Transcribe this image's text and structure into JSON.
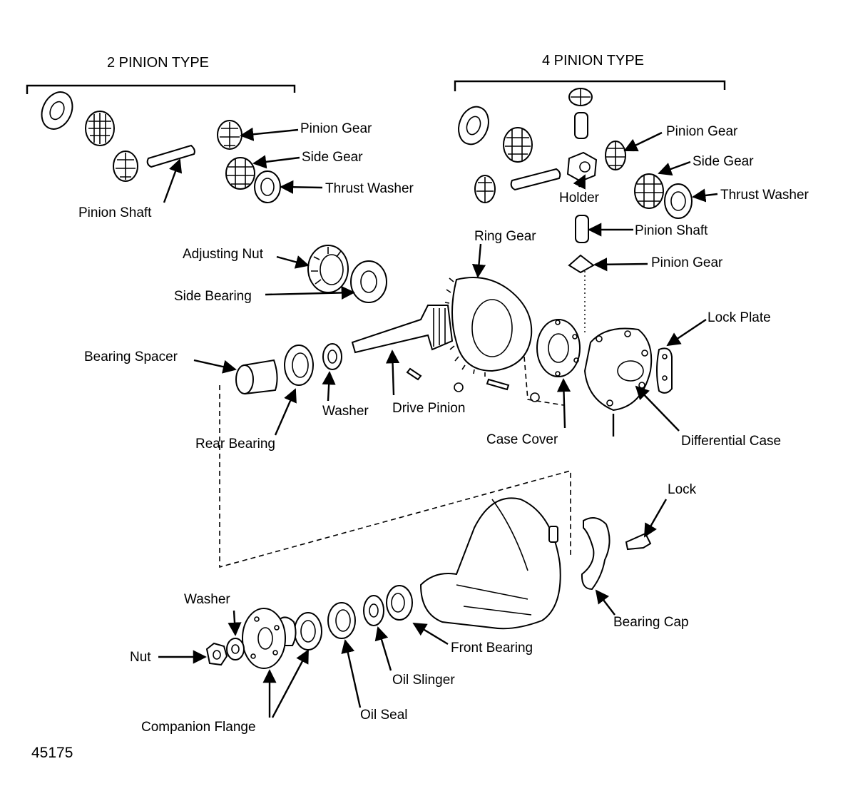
{
  "sections": {
    "two_pinion": "2 PINION TYPE",
    "four_pinion": "4 PINION TYPE"
  },
  "labels": {
    "l2_pinion_gear": "Pinion Gear",
    "l2_side_gear": "Side Gear",
    "l2_thrust_washer": "Thrust Washer",
    "l2_pinion_shaft": "Pinion Shaft",
    "l4_pinion_gear_top": "Pinion Gear",
    "l4_side_gear": "Side Gear",
    "l4_thrust_washer": "Thrust Washer",
    "l4_holder": "Holder",
    "l4_pinion_shaft": "Pinion Shaft",
    "l4_pinion_gear_bottom": "Pinion Gear",
    "ring_gear": "Ring Gear",
    "adjusting_nut": "Adjusting Nut",
    "side_bearing": "Side Bearing",
    "lock_plate": "Lock Plate",
    "bearing_spacer": "Bearing Spacer",
    "washer_upper": "Washer",
    "drive_pinion": "Drive Pinion",
    "rear_bearing": "Rear Bearing",
    "case_cover": "Case Cover",
    "differential_case": "Differential Case",
    "lock": "Lock",
    "washer_lower": "Washer",
    "nut": "Nut",
    "front_bearing": "Front Bearing",
    "bearing_cap": "Bearing Cap",
    "oil_slinger": "Oil Slinger",
    "oil_seal": "Oil Seal",
    "companion_flange": "Companion Flange"
  },
  "figure_number": "45175"
}
